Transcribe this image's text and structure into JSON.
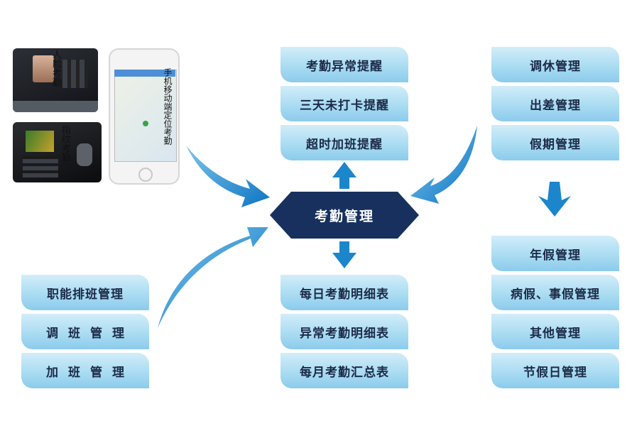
{
  "center": {
    "label": "考勤管理",
    "color": "#17305e"
  },
  "devices": {
    "face": "人脸考勤",
    "finger": "指纹考勤",
    "mobile": "手机移动端定位考勤"
  },
  "alerts": [
    "考勤异常提醒",
    "三天未打卡提醒",
    "超时加班提醒"
  ],
  "leave_mgmt": [
    "调休管理",
    "出差管理",
    "假期管理"
  ],
  "holiday_types": [
    "年假管理",
    "病假、事假管理",
    "其他管理",
    "节假日管理"
  ],
  "scheduling": [
    "职能排班管理",
    "调班管理",
    "加班管理"
  ],
  "reports": [
    "每日考勤明细表",
    "异常考勤明细表",
    "每月考勤汇总表"
  ],
  "colors": {
    "arrow": "#1b86cc",
    "box": "#a8dbf2",
    "text": "#1b2a47"
  }
}
